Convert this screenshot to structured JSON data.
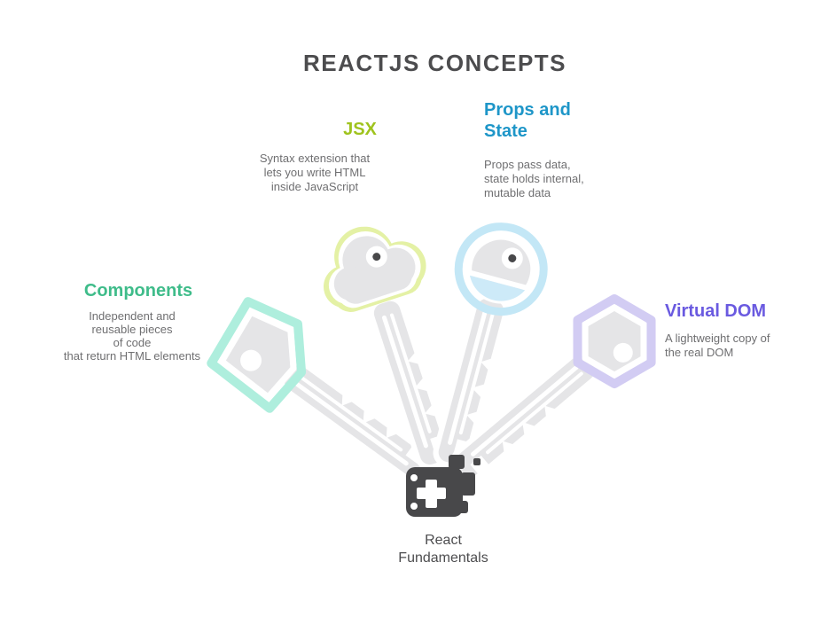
{
  "title": {
    "text": "REACTJS CONCEPTS"
  },
  "concepts": [
    {
      "id": "jsx",
      "label": "JSX",
      "color": "#9fc31d",
      "desc_lines": [
        "Syntax extension that",
        "lets you write HTML",
        "inside JavaScript"
      ]
    },
    {
      "id": "props-and-state",
      "label": "Props and State",
      "label_lines": [
        "Props and",
        "State"
      ],
      "color": "#1e96c8",
      "desc_lines": [
        "Props pass data,",
        "state holds internal,",
        "mutable data"
      ]
    },
    {
      "id": "components",
      "label": "Components",
      "color": "#3fbc8a",
      "desc_lines": [
        "Independent and",
        "reusable pieces",
        "of code",
        "that return HTML elements"
      ]
    },
    {
      "id": "virtual-dom",
      "label": "Virtual DOM",
      "color": "#6a5ae0",
      "desc_lines": [
        "A lightweight copy of",
        "the real DOM"
      ]
    }
  ],
  "keys": [
    {
      "concept": "Components",
      "head_shape": "rounded-square",
      "ring_color": "#aeeedd"
    },
    {
      "concept": "JSX",
      "head_shape": "cloud",
      "ring_color": "#e4f1a5"
    },
    {
      "concept": "Props and State",
      "head_shape": "circle",
      "ring_color": "#c3e7f6"
    },
    {
      "concept": "Virtual DOM",
      "head_shape": "hexagon",
      "ring_color": "#d2ccf3"
    }
  ],
  "footer": {
    "icon": "logo-plus-icon",
    "lines": [
      "React",
      "Fundamentals"
    ]
  },
  "colors": {
    "jsx": "#9fc31d",
    "props_state": "#1e96c8",
    "components": "#3fbc8a",
    "virtual_dom": "#6a5ae0",
    "heading_text": "#4c4c4e",
    "body_text": "#6f6f71",
    "footer_text": "#4d4d4f",
    "icon_dark": "#48484a",
    "key_gray": "#e5e5e7"
  }
}
